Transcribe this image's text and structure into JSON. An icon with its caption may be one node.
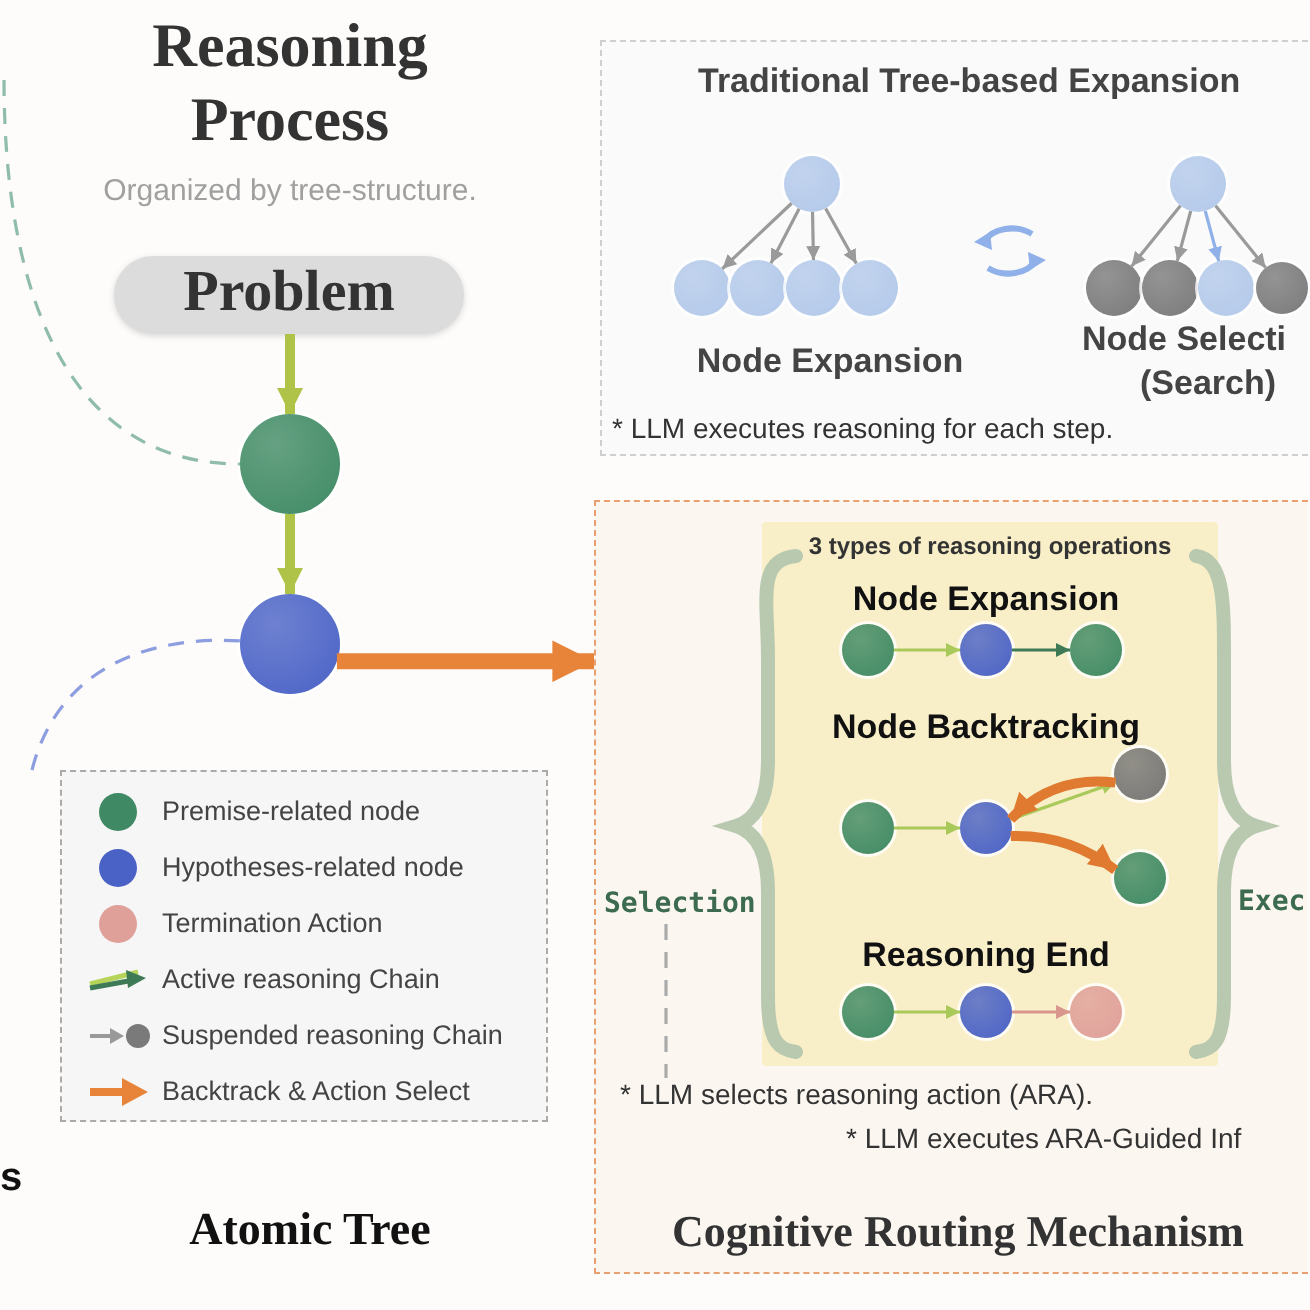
{
  "diagram": {
    "nodes": [
      {
        "text": [
          "Problem"
        ]
      },
      {
        "text": [],
        "shape": "circle"
      },
      {
        "text": [],
        "shape": "circle"
      },
      {
        "text": [
          "Traditional Tree-based Expansion",
          "* LLM executes reasoning for each step."
        ]
      },
      {
        "text": [],
        "shape": "circle",
        "in": 3
      },
      {
        "text": [],
        "shape": "circle",
        "in": 3
      },
      {
        "text": [],
        "shape": "circle",
        "in": 3
      },
      {
        "text": [],
        "shape": "circle",
        "in": 3
      },
      {
        "text": [],
        "shape": "circle",
        "in": 3
      },
      {
        "text": [],
        "shape": "circle",
        "in": 3
      },
      {
        "text": [],
        "shape": "circle",
        "in": 3
      },
      {
        "text": [],
        "shape": "circle",
        "in": 3
      },
      {
        "text": [],
        "shape": "circle",
        "in": 3
      },
      {
        "text": [],
        "shape": "circle",
        "in": 3
      },
      {
        "text": [
          "Cognitive Routing Mechanism"
        ]
      },
      {
        "text": [
          "3 types of reasoning operations"
        ],
        "in": 14
      },
      {
        "text": [],
        "shape": "circle",
        "in": 15
      },
      {
        "text": [],
        "shape": "circle",
        "in": 15
      },
      {
        "text": [],
        "shape": "circle",
        "in": 15
      },
      {
        "text": [],
        "shape": "circle",
        "in": 15
      },
      {
        "text": [],
        "shape": "circle",
        "in": 15
      },
      {
        "text": [],
        "shape": "circle",
        "in": 15
      },
      {
        "text": [],
        "shape": "circle",
        "in": 15
      },
      {
        "text": [],
        "shape": "circle",
        "in": 15
      },
      {
        "text": [],
        "shape": "circle",
        "in": 15
      },
      {
        "text": [],
        "shape": "circle",
        "in": 15
      },
      {
        "text": [
          "Selection"
        ],
        "in": 14
      },
      {
        "text": [
          "* LLM selects reasoning action (ARA)."
        ],
        "in": 14
      }
    ],
    "edges": [
      {
        "from": 0,
        "to": 1,
        "arrow": "to",
        "style": "thick",
        "color": "#aec348"
      },
      {
        "from": 1,
        "to": 2,
        "arrow": "to",
        "style": "thick",
        "color": "#aec348"
      },
      {
        "from": null,
        "to": 1,
        "arrow": "none",
        "style": "dashed",
        "color": "#8fbcac"
      },
      {
        "from": null,
        "to": 2,
        "arrow": "none",
        "style": "dashed",
        "color": "#8d9ee0"
      },
      {
        "from": 2,
        "to": 14,
        "arrow": "to",
        "style": "thick",
        "color": "#e8843a"
      },
      {
        "from": 4,
        "to": 5,
        "arrow": "to"
      },
      {
        "from": 4,
        "to": 6,
        "arrow": "to"
      },
      {
        "from": 4,
        "to": 7,
        "arrow": "to"
      },
      {
        "from": 4,
        "to": 8,
        "arrow": "to"
      },
      {
        "from": 9,
        "to": 10,
        "arrow": "to"
      },
      {
        "from": 9,
        "to": 11,
        "arrow": "to"
      },
      {
        "from": 9,
        "to": 12,
        "arrow": "to",
        "color": "#8fb0e8"
      },
      {
        "from": 9,
        "to": 13,
        "arrow": "to"
      },
      {
        "from": 16,
        "to": 17,
        "arrow": "to",
        "color": "#a9c95a"
      },
      {
        "from": 17,
        "to": 18,
        "arrow": "to",
        "color": "#3d7a55"
      },
      {
        "from": 19,
        "to": 20,
        "arrow": "to",
        "color": "#a9c95a"
      },
      {
        "from": 20,
        "to": 21,
        "arrow": "to",
        "color": "#a9c95a"
      },
      {
        "from": 21,
        "to": 20,
        "arrow": "to",
        "style": "thick",
        "color": "#e07a30"
      },
      {
        "from": 20,
        "to": 22,
        "arrow": "to",
        "style": "thick",
        "color": "#e07a30"
      },
      {
        "from": 23,
        "to": 24,
        "arrow": "to",
        "color": "#a9c95a"
      },
      {
        "from": 24,
        "to": 25,
        "arrow": "to",
        "color": "#d8968c"
      },
      {
        "from": 26,
        "to": 27,
        "arrow": "none",
        "style": "dashed",
        "color": "#aaaaaa"
      }
    ],
    "labels": [
      "Reasoning Process",
      "Organized by tree-structure.",
      "Node Expansion",
      "Node Selecti",
      "(Search)",
      "Node Expansion",
      "Node Backtracking",
      "Exec",
      "Reasoning End",
      "* LLM executes ARA-Guided Inf",
      "s",
      "Atomic Tree"
    ],
    "legend": [
      {
        "text": "Premise-related node",
        "color": "#3f8a64"
      },
      {
        "text": "Hypotheses-related node",
        "color": "#4a62c6"
      },
      {
        "text": "Termination Action",
        "color": "#e0a09a"
      },
      {
        "text": "Active reasoning Chain"
      },
      {
        "text": "Suspended reasoning Chain"
      },
      {
        "text": "Backtrack & Action Select"
      }
    ]
  }
}
